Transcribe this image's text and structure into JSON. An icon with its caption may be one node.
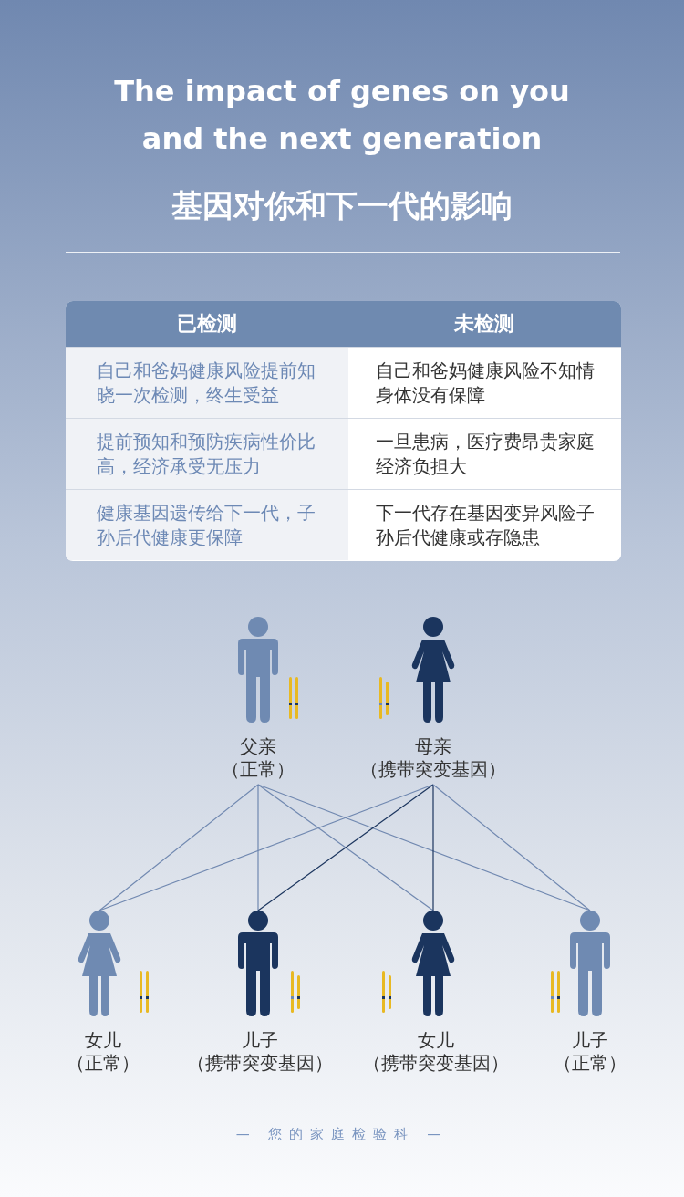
{
  "diagram": {
    "title": "The impact of genes on you and the next generation",
    "nodes": [
      {
        "text": [
          "父亲",
          "（正常）"
        ]
      },
      {
        "text": [
          "母亲",
          "（携带突变基因）"
        ]
      },
      {
        "text": [
          "女儿",
          "（正常）"
        ]
      },
      {
        "text": [
          "儿子",
          "（携带突变基因）"
        ]
      },
      {
        "text": [
          "女儿",
          "（携带突变基因）"
        ]
      },
      {
        "text": [
          "儿子",
          "（正常）"
        ]
      }
    ],
    "edges": [
      {
        "from": 0,
        "to": 2,
        "arrow": "none"
      },
      {
        "from": 0,
        "to": 3,
        "arrow": "none"
      },
      {
        "from": 0,
        "to": 4,
        "arrow": "none"
      },
      {
        "from": 0,
        "to": 5,
        "arrow": "none"
      },
      {
        "from": 1,
        "to": 2,
        "arrow": "none"
      },
      {
        "from": 1,
        "to": 3,
        "arrow": "none",
        "color": "#1b355e"
      },
      {
        "from": 1,
        "to": 4,
        "arrow": "none",
        "color": "#1b355e"
      },
      {
        "from": 1,
        "to": 5,
        "arrow": "none"
      }
    ],
    "labels": [
      "基因对你和下一代的影响",
      "已检测",
      "未检测",
      "自己和爸妈健康风险提前知晓一次检测，终生受益",
      "自己和爸妈健康风险不知情身体没有保障",
      "提前预知和预防疾病性价比高，经济承受无压力",
      "一旦患病，医疗费昂贵家庭经济负担大",
      "健康基因遗传给下一代，子孙后代健康更保障",
      "下一代存在基因变异风险子孙后代健康或存隐患",
      "— 您的家庭检验科 —"
    ]
  }
}
